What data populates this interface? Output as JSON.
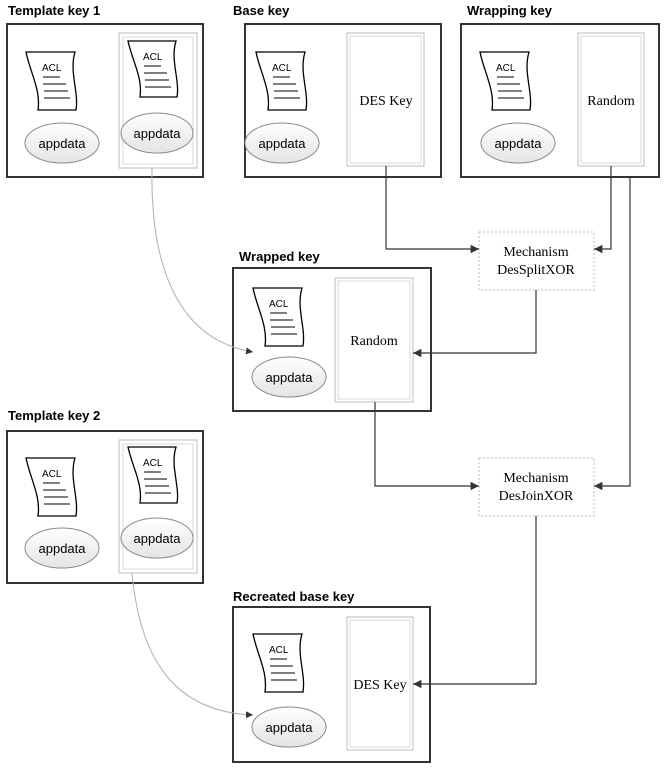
{
  "template_key_1": {
    "title": "Template key 1",
    "acl_left": "ACL",
    "appdata_left": "appdata",
    "acl_right": "ACL",
    "appdata_right": "appdata"
  },
  "base_key": {
    "title": "Base key",
    "acl": "ACL",
    "appdata": "appdata",
    "value": "DES Key"
  },
  "wrapping_key": {
    "title": "Wrapping key",
    "acl": "ACL",
    "appdata": "appdata",
    "value": "Random"
  },
  "mechanism_split": {
    "line1": "Mechanism",
    "line2": "DesSplitXOR"
  },
  "wrapped_key": {
    "title": "Wrapped key",
    "acl": "ACL",
    "appdata": "appdata",
    "value": "Random"
  },
  "template_key_2": {
    "title": "Template key 2",
    "acl_left": "ACL",
    "appdata_left": "appdata",
    "acl_right": "ACL",
    "appdata_right": "appdata"
  },
  "mechanism_join": {
    "line1": "Mechanism",
    "line2": "DesJoinXOR"
  },
  "recreated_base_key": {
    "title": "Recreated base key",
    "acl": "ACL",
    "appdata": "appdata",
    "value": "DES Key"
  }
}
